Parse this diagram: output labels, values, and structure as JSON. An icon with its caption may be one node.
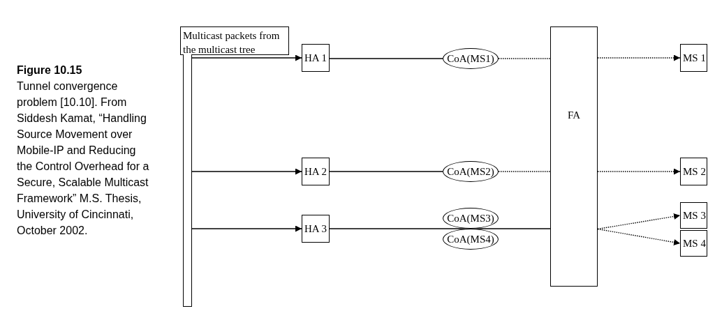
{
  "diagram": {
    "caption": "**Figure 10.15** Tunnel convergence problem [10.10]. From Siddesh Kamat, “Handling Source Movement over Mobile-IP and Reducing the Control Overhead for a Secure, Scalable Multicast Framework” M.S. Thesis, University of Cincinnati, October 2002.",
    "nodes": [
      {
        "text": [
          "Multicast packets from the multicast tree"
        ]
      },
      {
        "text": [],
        "shape": "bar"
      },
      {
        "text": [
          "HA 1"
        ]
      },
      {
        "text": [
          "HA 2"
        ]
      },
      {
        "text": [
          "HA 3"
        ]
      },
      {
        "text": [
          "CoA(MS1)"
        ]
      },
      {
        "text": [
          "CoA(MS2)"
        ]
      },
      {
        "text": [
          "CoA(MS3)"
        ]
      },
      {
        "text": [
          "CoA(MS4)"
        ]
      },
      {
        "text": [
          "FA"
        ]
      },
      {
        "text": [
          "MS 1"
        ]
      },
      {
        "text": [
          "MS 2"
        ]
      },
      {
        "text": [
          "MS 3"
        ]
      },
      {
        "text": [
          "MS 4"
        ]
      }
    ],
    "edges": [
      {
        "from": 1,
        "to": 2,
        "arrow": "to"
      },
      {
        "from": 1,
        "to": 3,
        "arrow": "to"
      },
      {
        "from": 1,
        "to": 4,
        "arrow": "to"
      },
      {
        "from": 2,
        "to": 5,
        "arrow": "none"
      },
      {
        "from": 5,
        "to": 9,
        "arrow": "none",
        "style": "dashed"
      },
      {
        "from": 9,
        "to": 10,
        "arrow": "to",
        "style": "dashed"
      },
      {
        "from": 3,
        "to": 6,
        "arrow": "none"
      },
      {
        "from": 6,
        "to": 9,
        "arrow": "none",
        "style": "dashed"
      },
      {
        "from": 9,
        "to": 11,
        "arrow": "to",
        "style": "dashed"
      },
      {
        "from": 4,
        "to": 9,
        "arrow": "none"
      },
      {
        "from": 9,
        "to": 12,
        "arrow": "to",
        "style": "dashed"
      },
      {
        "from": 9,
        "to": 13,
        "arrow": "to",
        "style": "dashed"
      }
    ]
  }
}
